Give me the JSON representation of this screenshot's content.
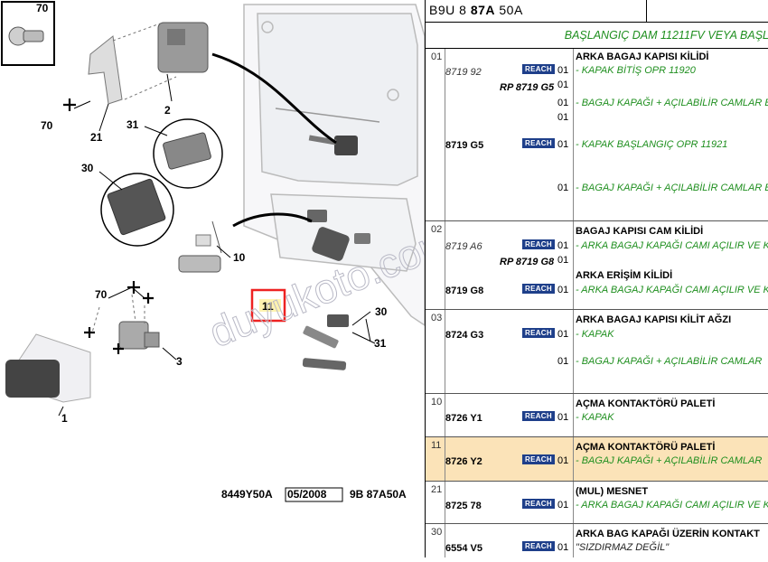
{
  "diagram": {
    "callouts": [
      "70",
      "2",
      "70",
      "21",
      "31",
      "30",
      "10",
      "70",
      "3",
      "1",
      "11",
      "30",
      "31"
    ],
    "footer": {
      "ref": "8449Y50A",
      "date": "05/2008",
      "code": "9B 87A50A"
    },
    "watermark": "duyukoto.com"
  },
  "panel": {
    "header_pre": "B9U 8 ",
    "header_bold": "87A",
    "header_post": " 50A",
    "subtitle": "BAŞLANGIÇ DAM 11211FV VEYA BAŞL",
    "reach_label": "REACH"
  },
  "groups": [
    {
      "num": "01",
      "title": "ARKA BAGAJ KAPISI KİLİDİ",
      "parts": [
        "8719 92",
        "RP 8719 G5",
        "8719 G5"
      ],
      "qty": [
        "01",
        "01",
        "01",
        "01",
        "01",
        "01"
      ],
      "descs": [
        "- KAPAK BİTİŞ OPR 11920",
        "- BAGAJ KAPAĞI + AÇILABİLİR CAMLAR E",
        "- KAPAK BAŞLANGIÇ OPR 11921",
        "- BAGAJ KAPAĞI + AÇILABİLİR CAMLAR E"
      ]
    },
    {
      "num": "02",
      "title": "BAGAJ KAPISI CAM KİLİDİ",
      "title2": "ARKA ERİŞİM KİLİDİ",
      "parts": [
        "8719 A6",
        "RP 8719 G8",
        "8719 G8"
      ],
      "qty": [
        "01",
        "01",
        "01"
      ],
      "descs": [
        "- ARKA BAGAJ KAPAĞI CAMI AÇILIR VE K",
        "- ARKA BAGAJ KAPAĞI CAMI AÇILIR VE K"
      ]
    },
    {
      "num": "03",
      "title": "ARKA BAGAJ KAPISI KİLİT AĞZI",
      "parts": [
        "8724 G3"
      ],
      "qty": [
        "01",
        "01"
      ],
      "descs": [
        "- KAPAK",
        "- BAGAJ KAPAĞI + AÇILABİLİR CAMLAR"
      ]
    },
    {
      "num": "10",
      "title": "AÇMA KONTAKTÖRÜ PALETİ",
      "parts": [
        "8726 Y1"
      ],
      "qty": [
        "01"
      ],
      "descs": [
        "- KAPAK"
      ]
    },
    {
      "num": "11",
      "title": "AÇMA KONTAKTÖRÜ PALETİ",
      "parts": [
        "8726 Y2"
      ],
      "qty": [
        "01"
      ],
      "descs": [
        "- BAGAJ KAPAĞI + AÇILABİLİR CAMLAR"
      ]
    },
    {
      "num": "21",
      "title": "(MUL) MESNET",
      "parts": [
        "8725 78"
      ],
      "qty": [
        "01"
      ],
      "descs": [
        "- ARKA BAGAJ KAPAĞI CAMI AÇILIR VE K"
      ]
    },
    {
      "num": "30",
      "title": "ARKA BAG KAPAĞI ÜZERİN KONTAKT",
      "parts": [
        "6554 V5"
      ],
      "qty": [
        "01"
      ],
      "descs": [
        "\"SIZDIRMAZ DEĞİL\""
      ]
    }
  ]
}
